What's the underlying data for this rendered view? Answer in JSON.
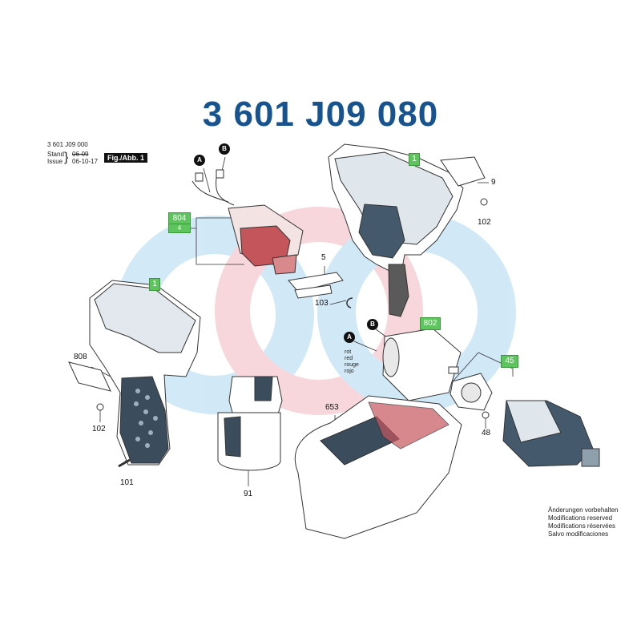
{
  "title": "3 601 J09 080",
  "header_meta": {
    "part_number": "3 601 J09 000",
    "stand_label": "Stand",
    "stand_value": "06-09",
    "issue_label": "Issue",
    "issue_value": "06-10-17",
    "figure": "Fig./Abb. 1"
  },
  "connectors": {
    "a": "A",
    "b": "B"
  },
  "wire_colors": [
    "rot",
    "red",
    "rouge",
    "rojo"
  ],
  "green_labels": {
    "switch": "804",
    "switch_sub": "4",
    "housing_right": "1",
    "housing_left": "1",
    "motor": "802",
    "gearbox": "45"
  },
  "part_numbers": {
    "p9": "9",
    "p102_top": "102",
    "p5": "5",
    "p103": "103",
    "p808": "808",
    "p102_left": "102",
    "p101": "101",
    "p91": "91",
    "p653": "653",
    "p48": "48"
  },
  "notes": [
    "Änderungen vorbehalten",
    "Modifications reserved",
    "Modifications réservées",
    "Salvo modificaciones"
  ],
  "colors": {
    "title": "#17538f",
    "green_tag": "#5ec45e",
    "watermark_blue": "#cde7f7",
    "watermark_red": "#f7d3d8",
    "part_fill": "#ffffff",
    "part_stroke": "#333333",
    "dark_fill": "#2a2a2a",
    "switch_red": "#c4565b"
  }
}
